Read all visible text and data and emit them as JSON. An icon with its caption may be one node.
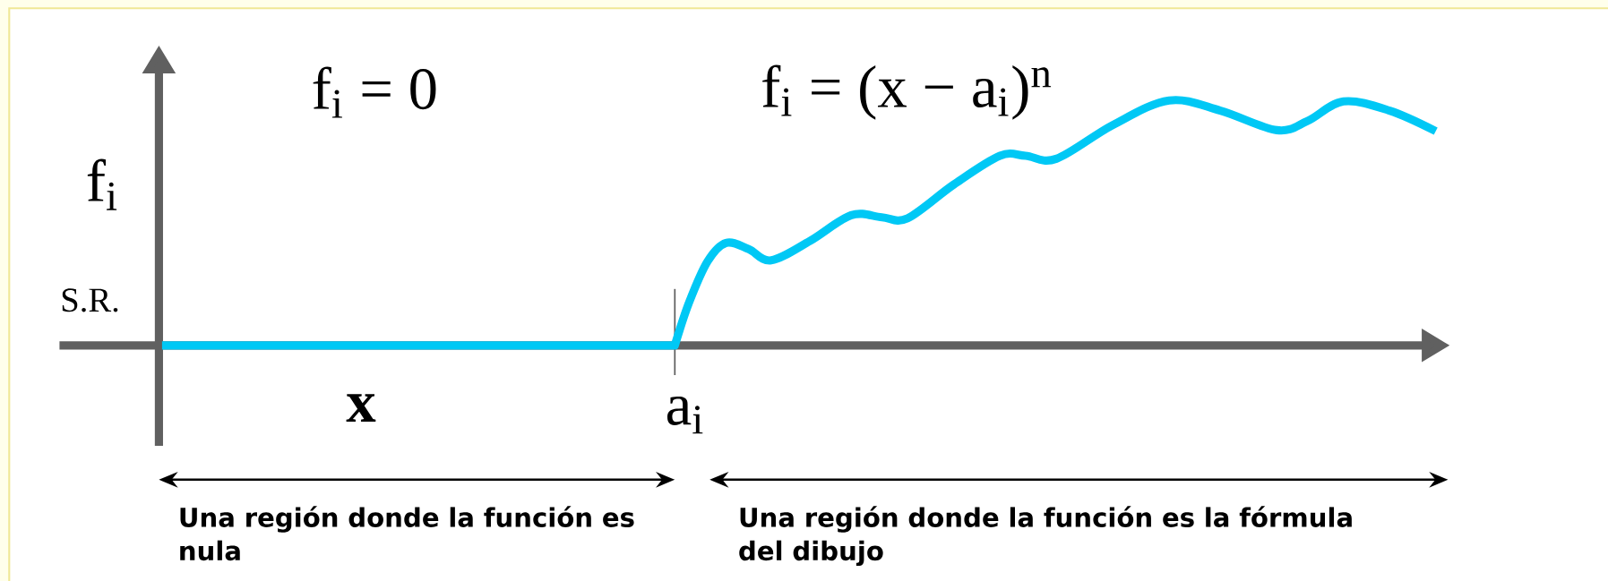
{
  "diagram": {
    "labels": [
      "f$_{i}$ = 0",
      "f$_{i}$ = (x − a$_{i}$)$^{n}$",
      "f$_{i}$",
      "S.R.",
      "x",
      "a$_{i}$",
      "Una región donde la función es nula",
      "Una región donde la función es la fórmula del dibujo"
    ]
  }
}
